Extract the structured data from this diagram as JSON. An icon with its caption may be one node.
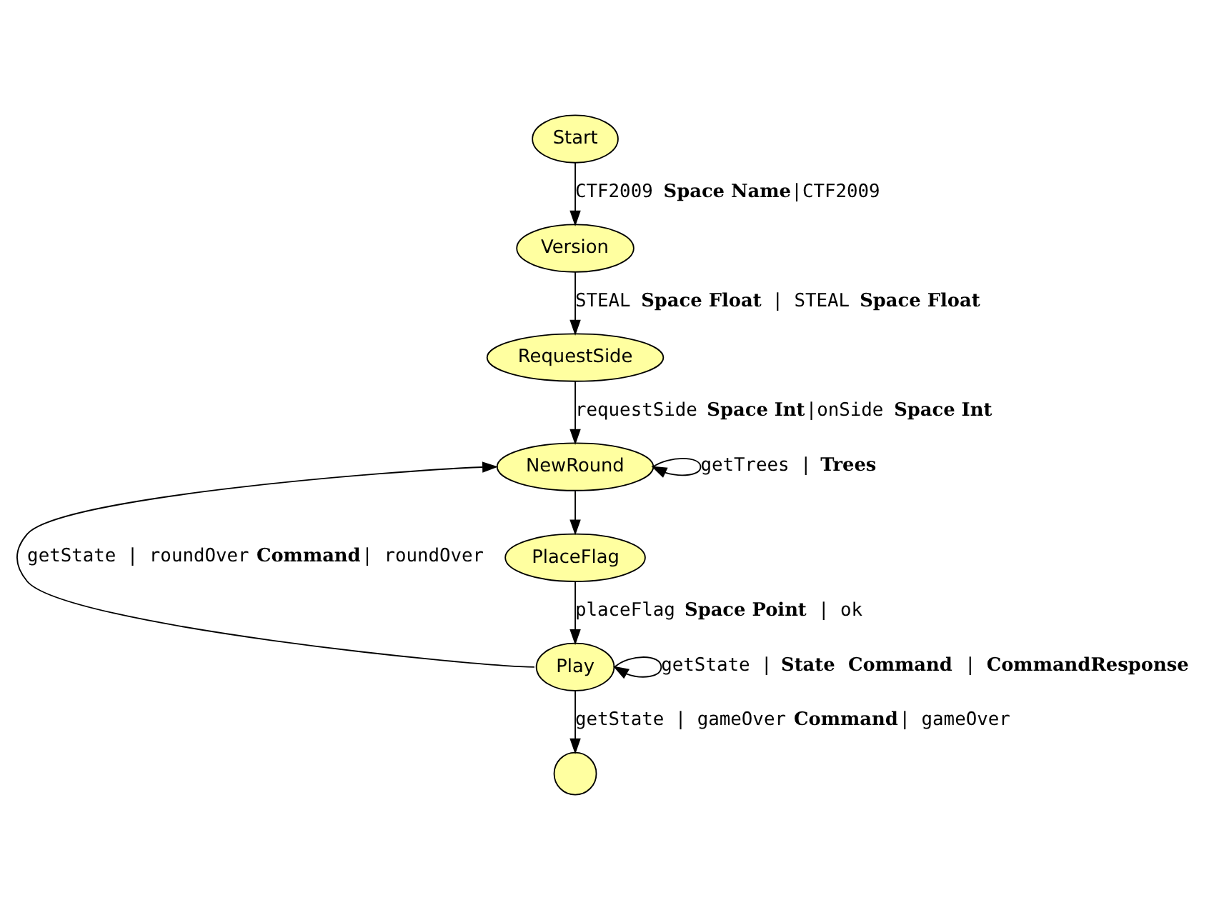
{
  "diagram": {
    "nodes": [
      {
        "text": [
          "Start"
        ]
      },
      {
        "text": [
          "Version"
        ]
      },
      {
        "text": [
          "RequestSide"
        ]
      },
      {
        "text": [
          "NewRound"
        ]
      },
      {
        "text": [
          "PlaceFlag"
        ]
      },
      {
        "text": [
          "Play"
        ]
      },
      {
        "text": [],
        "shape": "circle"
      }
    ],
    "edges": [
      {
        "from": 0,
        "to": 1,
        "arrow": "to",
        "label": "CTF2009 **Space Name**|CTF2009"
      },
      {
        "from": 1,
        "to": 2,
        "arrow": "to",
        "label": "STEAL **Space Float** | STEAL **Space Float**"
      },
      {
        "from": 2,
        "to": 3,
        "arrow": "to",
        "label": "requestSide **Space Int**|onSide **Space Int**"
      },
      {
        "from": 3,
        "to": 3,
        "arrow": "to",
        "label": "getTrees | **Trees**"
      },
      {
        "from": 3,
        "to": 4,
        "arrow": "to"
      },
      {
        "from": 4,
        "to": 5,
        "arrow": "to",
        "label": "placeFlag **Space Point** | ok"
      },
      {
        "from": 5,
        "to": 3,
        "arrow": "to",
        "label": "getState | roundOver **Command**| roundOver"
      },
      {
        "from": 5,
        "to": 5,
        "arrow": "to",
        "label": "getState | **State** **Command** | **CommandResponse**"
      },
      {
        "from": 5,
        "to": 6,
        "arrow": "to",
        "label": "getState | gameOver **Command**| gameOver"
      }
    ]
  }
}
